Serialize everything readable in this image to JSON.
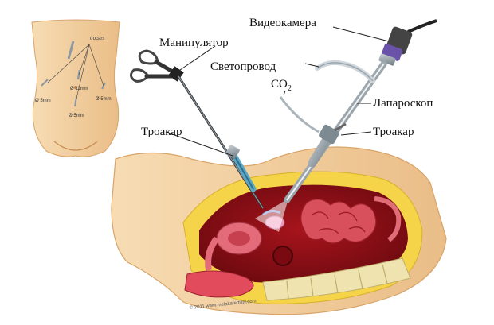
{
  "labels": {
    "manipulator": "Манипулятор",
    "videocamera": "Видеокамера",
    "lightguide": "Светопровод",
    "co2": "CO",
    "co2_sub": "2",
    "laparoscope": "Лапароскоп",
    "trocar_left": "Троакар",
    "trocar_right": "Троакар"
  },
  "inset": {
    "trocars": "trocars",
    "d5_left": "Ø 5mm",
    "d11": "Ø 11mm",
    "d5_right": "Ø 5mm",
    "d5_bottom": "Ø 5mm"
  },
  "copyright": "© 2011 www.melakafertility.com",
  "colors": {
    "skin": "#f3cf9e",
    "skin_shade": "#e8b47c",
    "tissue_red": "#c2262e",
    "fat_yellow": "#f5d44a",
    "spine": "#efe3b0",
    "bowel": "#d9505d",
    "instrument": "#8f9aa3"
  }
}
